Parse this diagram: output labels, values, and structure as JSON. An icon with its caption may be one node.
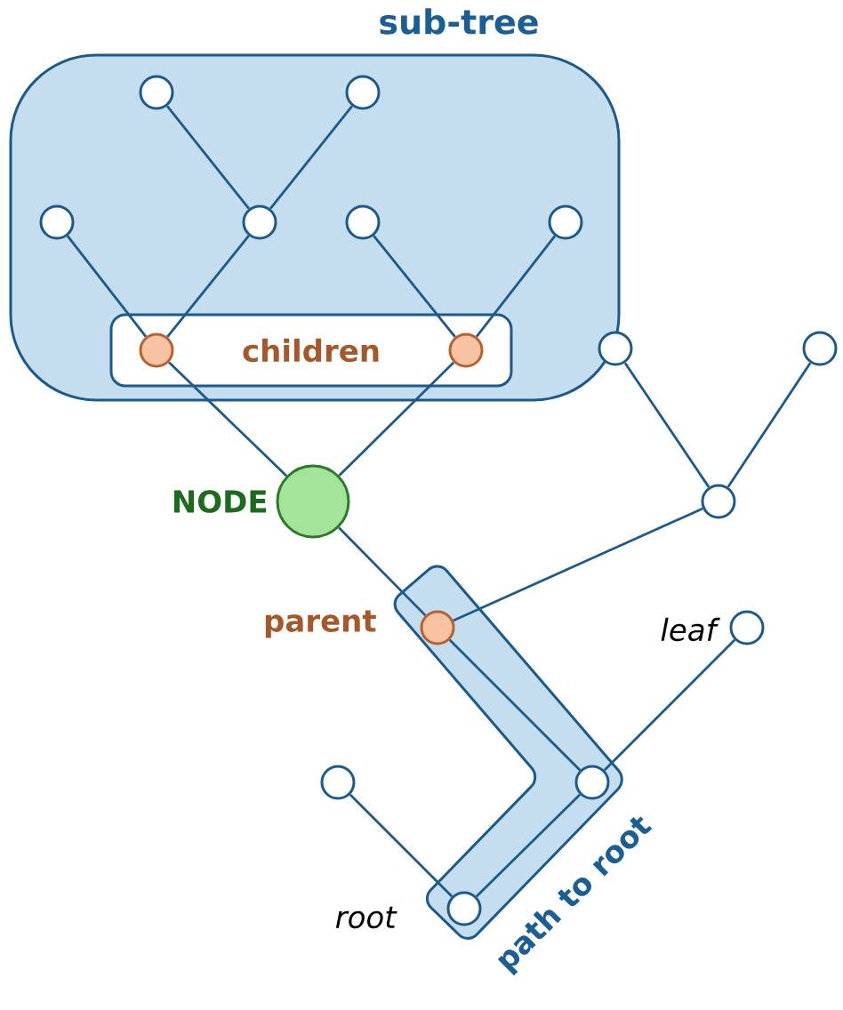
{
  "diagram": {
    "nodes": [
      {
        "text": [
          "sub-tree"
        ]
      },
      {
        "text": [],
        "shape": "circle",
        "in": 0
      },
      {
        "text": [],
        "shape": "circle",
        "in": 0
      },
      {
        "text": [],
        "shape": "circle",
        "in": 0
      },
      {
        "text": [],
        "shape": "circle",
        "in": 0
      },
      {
        "text": [],
        "shape": "circle",
        "in": 0
      },
      {
        "text": [],
        "shape": "circle",
        "in": 0
      },
      {
        "text": [
          "children"
        ],
        "in": 0
      },
      {
        "text": [],
        "shape": "circle",
        "in": 7
      },
      {
        "text": [],
        "shape": "circle",
        "in": 7
      },
      {
        "text": [],
        "shape": "circle"
      },
      {
        "text": [],
        "shape": "circle"
      },
      {
        "text": [],
        "shape": "circle",
        "beside": [
          "NODE"
        ]
      },
      {
        "text": [],
        "shape": "circle"
      },
      {
        "text": [
          "path to root"
        ]
      },
      {
        "text": [],
        "shape": "circle",
        "in": 14,
        "beside": [
          "parent"
        ]
      },
      {
        "text": [],
        "shape": "circle",
        "beside": [
          "leaf"
        ]
      },
      {
        "text": [],
        "shape": "circle"
      },
      {
        "text": [],
        "shape": "circle",
        "in": 14
      },
      {
        "text": [],
        "shape": "circle",
        "in": 14,
        "beside": [
          "root"
        ]
      }
    ],
    "edges": [
      {
        "from": 1,
        "to": 4,
        "arrow": "none"
      },
      {
        "from": 2,
        "to": 4,
        "arrow": "none"
      },
      {
        "from": 4,
        "to": 8,
        "arrow": "none"
      },
      {
        "from": 3,
        "to": 8,
        "arrow": "none"
      },
      {
        "from": 5,
        "to": 9,
        "arrow": "none"
      },
      {
        "from": 6,
        "to": 9,
        "arrow": "none"
      },
      {
        "from": 8,
        "to": 12,
        "arrow": "none"
      },
      {
        "from": 9,
        "to": 12,
        "arrow": "none"
      },
      {
        "from": 12,
        "to": 15,
        "arrow": "none"
      },
      {
        "from": 10,
        "to": 13,
        "arrow": "none"
      },
      {
        "from": 11,
        "to": 13,
        "arrow": "none"
      },
      {
        "from": 13,
        "to": 15,
        "arrow": "none"
      },
      {
        "from": 15,
        "to": 18,
        "arrow": "none"
      },
      {
        "from": 16,
        "to": 18,
        "arrow": "none"
      },
      {
        "from": 18,
        "to": 19,
        "arrow": "none"
      },
      {
        "from": 17,
        "to": 19,
        "arrow": "none"
      }
    ]
  }
}
